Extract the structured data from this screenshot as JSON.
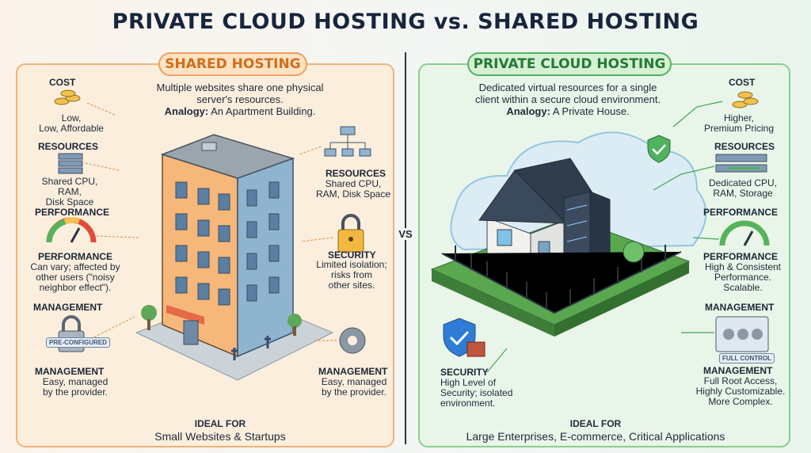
{
  "title": "PRIVATE CLOUD HOSTING vs. SHARED HOSTING",
  "vs_label": "VS",
  "shared": {
    "heading": "SHARED HOSTING",
    "intro_line1": "Multiple websites share one physical",
    "intro_line2": "server's resources.",
    "analogy_label": "Analogy:",
    "analogy_value": "An Apartment Building.",
    "cost": {
      "label": "COST",
      "line1": "Low,",
      "line2": "Low, Affordable"
    },
    "resources_left": {
      "label": "RESOURCES",
      "line1": "Shared CPU, RAM,",
      "line2": "Disk Space"
    },
    "performance_title": "PERFORMANCE",
    "performance": {
      "label": "PERFORMANCE",
      "line1": "Can vary; affected by",
      "line2": "other users (\"noisy",
      "line3": "neighbor effect\")."
    },
    "management_title": "MANAGEMENT",
    "preconfigured_badge": "PRE-CONFIGURED",
    "management_left": {
      "label": "MANAGEMENT",
      "line1": "Easy, managed",
      "line2": "by the provider."
    },
    "resources_right": {
      "label": "RESOURCES",
      "line1": "Shared CPU,",
      "line2": "RAM, Disk Space"
    },
    "security": {
      "label": "SECURITY",
      "line1": "Limited isolation;",
      "line2": "risks from",
      "line3": "other sites."
    },
    "management_right": {
      "label": "MANAGEMENT",
      "line1": "Easy, managed",
      "line2": "by the provider."
    },
    "ideal_label": "IDEAL FOR",
    "ideal_value": "Small Websites & Startups"
  },
  "private": {
    "heading": "PRIVATE CLOUD HOSTING",
    "intro_line1": "Dedicated virtual resources for a single",
    "intro_line2": "client within a secure cloud environment.",
    "analogy_label": "Analogy:",
    "analogy_value": "A Private House.",
    "cost": {
      "label": "COST",
      "line1": "Higher,",
      "line2": "Premium Pricing"
    },
    "resources": {
      "label": "RESOURCES",
      "line1": "Dedicated CPU,",
      "line2": "RAM, Storage"
    },
    "performance_title": "PERFORMANCE",
    "performance": {
      "label": "PERFORMANCE",
      "line1": "High & Consistent",
      "line2": "Performance.",
      "line3": "Scalable."
    },
    "management_title": "MANAGEMENT",
    "full_control_badge": "FULL CONTROL",
    "management": {
      "label": "MANAGEMENT",
      "line1": "Full Root Access,",
      "line2": "Highly Customizable.",
      "line3": "More Complex."
    },
    "security": {
      "label": "SECURITY",
      "line1": "High Level of",
      "line2": "Security; isolated",
      "line3": "environment."
    },
    "ideal_label": "IDEAL FOR",
    "ideal_value": "Large Enterprises, E-commerce, Critical Applications"
  },
  "colors": {
    "shared_accent": "#f0a05e",
    "private_accent": "#4fb35f",
    "title_color": "#17253d"
  },
  "icons": [
    "coins-icon",
    "server-stack-icon",
    "gauge-icon",
    "padlock-icon",
    "network-icon",
    "gear-icon",
    "shield-check-icon",
    "server-rack-icon",
    "control-panel-icon",
    "apartment-building-illustration",
    "private-house-illustration",
    "cloud-icon"
  ]
}
